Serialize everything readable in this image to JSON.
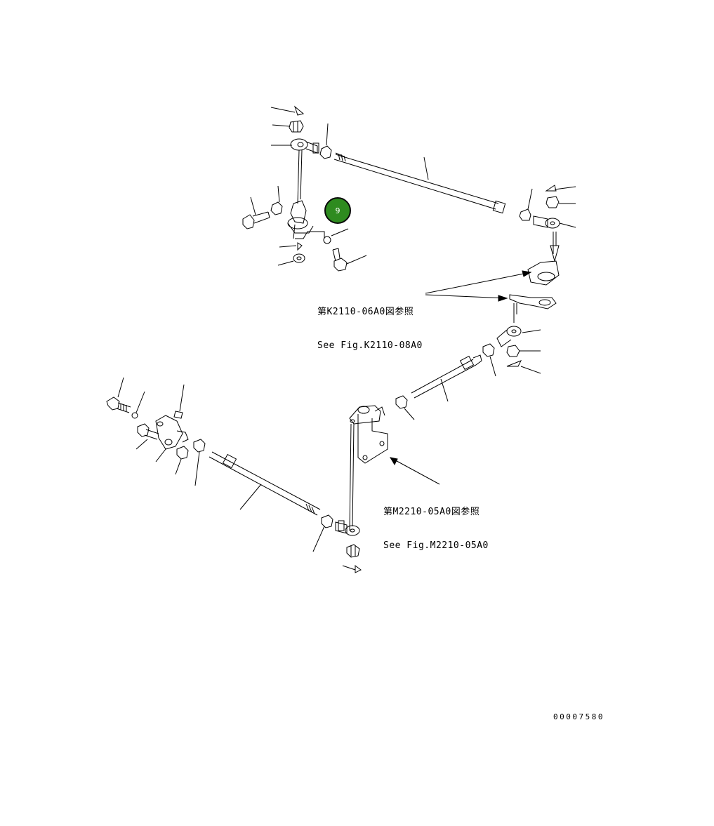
{
  "references": {
    "k2110_jp": "第K2110-06A0図参照",
    "k2110_en": "See Fig.K2110-08A0",
    "m2210_jp": "第M2210-05A0図参照",
    "m2210_en": "See Fig.M2210-05A0"
  },
  "figure_number": "00007580",
  "callout": {
    "label": "9",
    "color": "#2e8b1f"
  }
}
